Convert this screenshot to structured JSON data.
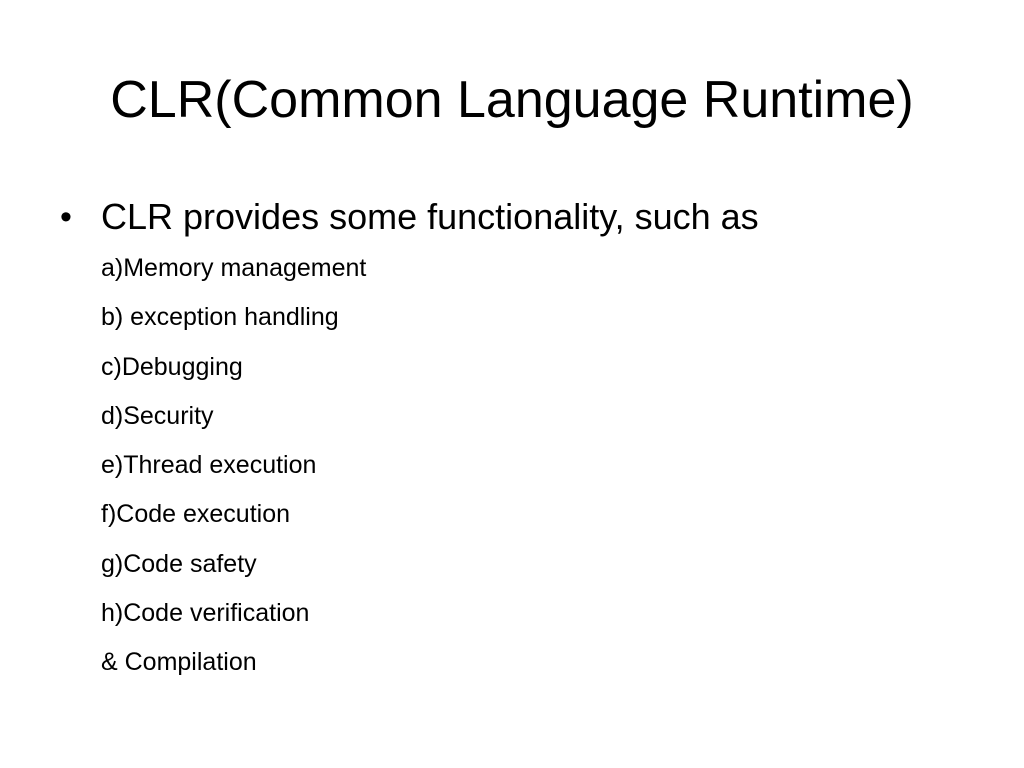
{
  "slide": {
    "title": "CLR(Common Language Runtime)",
    "bullet": {
      "marker": "•",
      "text": "CLR provides some functionality, such as"
    },
    "items": [
      "a)Memory management",
      "b) exception handling",
      "c)Debugging",
      "d)Security",
      "e)Thread execution",
      "f)Code execution",
      "g)Code safety",
      "h)Code verification",
      "& Compilation"
    ]
  }
}
